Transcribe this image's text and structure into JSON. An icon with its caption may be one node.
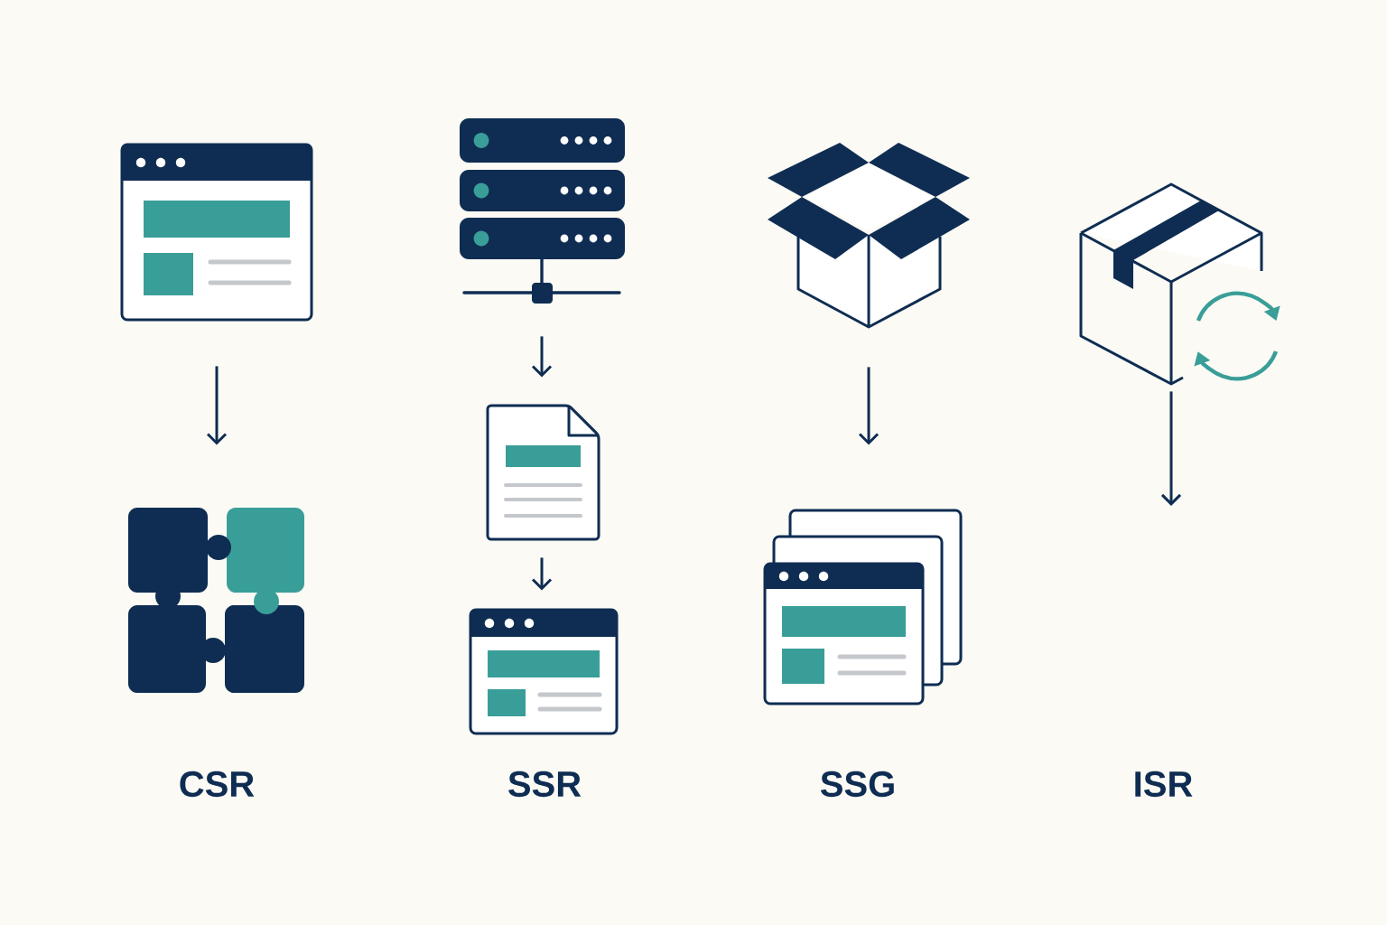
{
  "diagram": {
    "nodes": [
      {
        "text": [],
        "shape": "picture"
      },
      {
        "text": [],
        "shape": "picture"
      },
      {
        "text": [],
        "shape": "picture"
      },
      {
        "text": [],
        "shape": "picture"
      },
      {
        "text": [],
        "shape": "picture"
      },
      {
        "text": [],
        "shape": "picture"
      },
      {
        "text": [],
        "shape": "picture"
      },
      {
        "text": [],
        "shape": "picture"
      }
    ],
    "edges": [
      {
        "from": 0,
        "to": 1,
        "arrow": "to"
      },
      {
        "from": 2,
        "to": 3,
        "arrow": "to"
      },
      {
        "from": 3,
        "to": 4,
        "arrow": "to"
      },
      {
        "from": 5,
        "to": 6,
        "arrow": "to"
      },
      {
        "from": 7,
        "to": null,
        "arrow": "to"
      }
    ],
    "labels": [
      "CSR",
      "SSR",
      "SSG",
      "ISR"
    ]
  }
}
